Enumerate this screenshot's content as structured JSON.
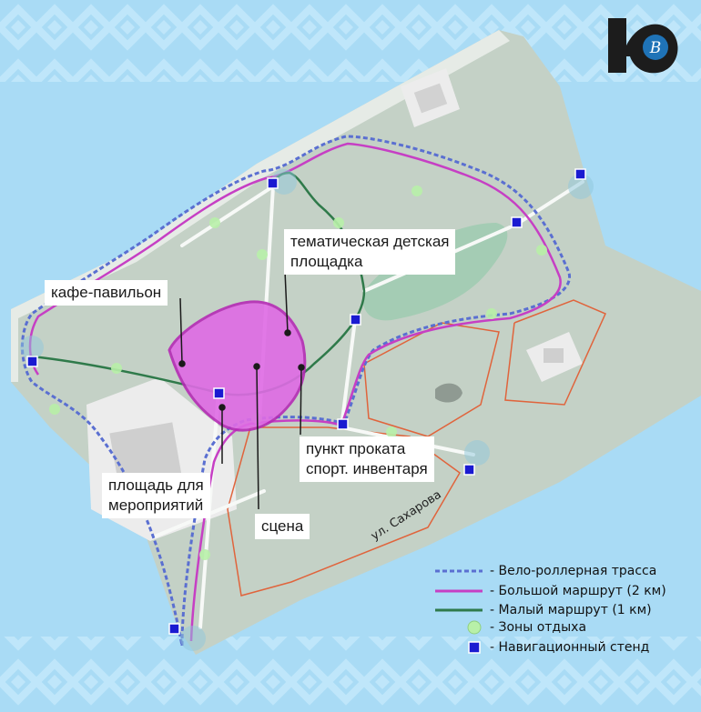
{
  "labels": {
    "cafe": "кафе-павильон",
    "playground": "тематическая детская\nплощадка",
    "rental": "пункт проката\nспорт. инвентаря",
    "events": "площадь для\nмероприятий",
    "stage": "сцена"
  },
  "street": "ул. Сахарова",
  "legend": {
    "bike": "- Вело-роллерная трасса",
    "big": "- Большой маршрут (2 км)",
    "small": "- Малый маршрут (1 км)",
    "rest": "- Зоны отдыха",
    "nav": "- Навигационный стенд"
  },
  "logo": {
    "letter": "В",
    "colors": [
      "#1c1c1c",
      "#1f73b7"
    ]
  },
  "colors": {
    "water": "#a9dbf5",
    "park": "#c4d1c6",
    "bike_route": "#5a6fd1",
    "big_route": "#c63fc4",
    "small_route": "#2f7a4a",
    "rest_zone": "#b8f0a8",
    "nav_stand": "#1a1ad1",
    "highlight": "#df6be5"
  },
  "icons": [
    "nav-stand-icon",
    "rest-zone-icon",
    "logo-icon"
  ]
}
